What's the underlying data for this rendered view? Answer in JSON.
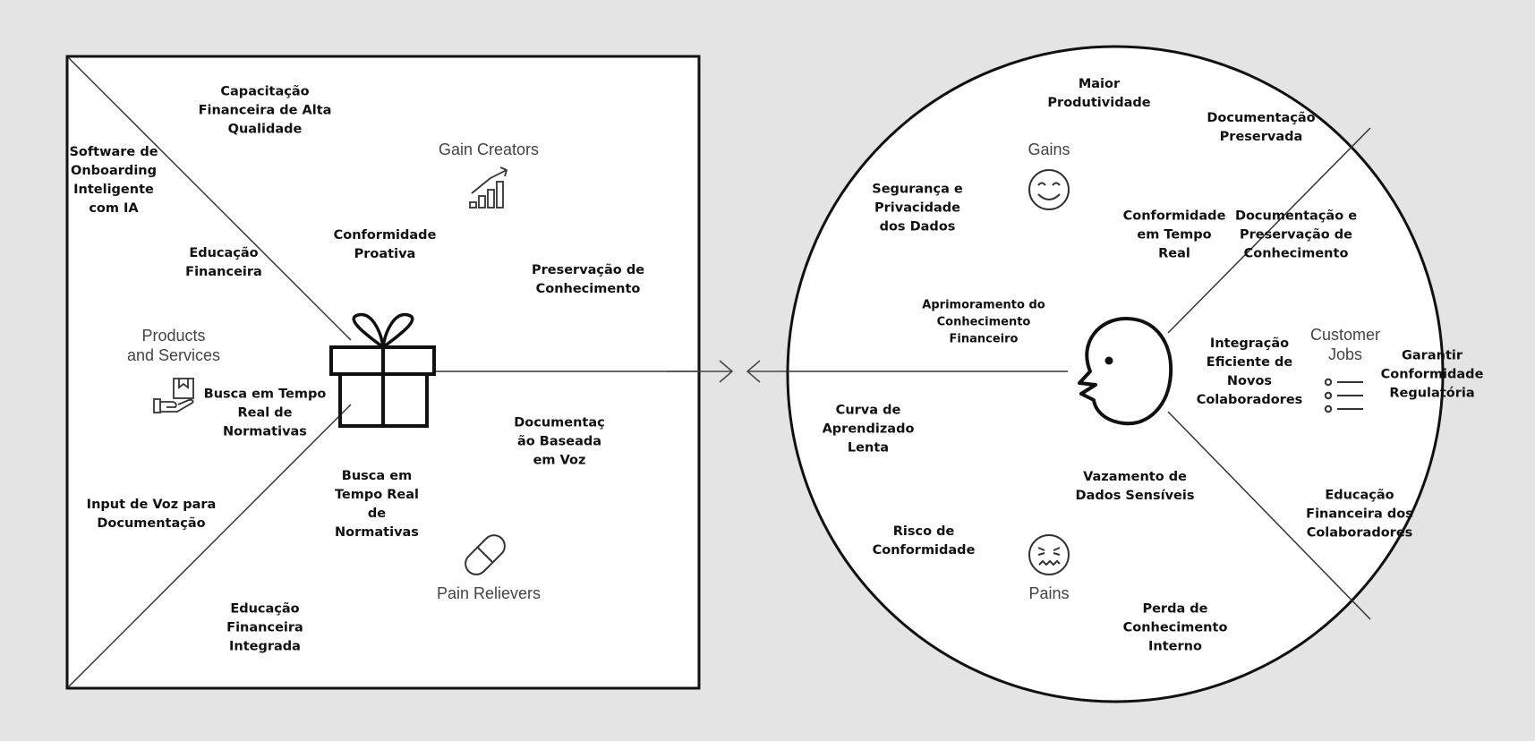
{
  "value_map": {
    "section_titles": {
      "gain_creators": "Gain Creators",
      "products_services": "Products\nand Services",
      "pain_relievers": "Pain Relievers"
    },
    "products_services": [
      "Software de\nOnboarding\nInteligente\ncom IA",
      "Educação\nFinanceira",
      "Busca em Tempo\nReal de\nNormativas",
      "Input de Voz para\nDocumentação",
      "Educação\nFinanceira\nIntegrada"
    ],
    "gain_creators": [
      "Capacitação\nFinanceira de Alta\nQualidade",
      "Conformidade\nProativa",
      "Preservação de\nConhecimento"
    ],
    "pain_relievers": [
      "Documentaç\não Baseada\nem Voz",
      "Busca em\nTempo Real\nde\nNormativas"
    ]
  },
  "customer_profile": {
    "section_titles": {
      "gains": "Gains",
      "customer_jobs": "Customer\nJobs",
      "pains": "Pains"
    },
    "gains": [
      "Maior\nProdutividade",
      "Documentação\nPreservada",
      "Segurança e\nPrivacidade\ndos Dados",
      "Conformidade\nem Tempo\nReal",
      "Aprimoramento do\nConhecimento\nFinanceiro"
    ],
    "customer_jobs": [
      "Documentação e\nPreservação de\nConhecimento",
      "Integração\nEficiente de\nNovos\nColaboradores",
      "Garantir\nConformidade\nRegulatória",
      "Educação\nFinanceira dos\nColaboradores"
    ],
    "pains": [
      "Curva de\nAprendizado\nLenta",
      "Vazamento de\nDados Sensíveis",
      "Risco de\nConformidade",
      "Perda de\nConhecimento\nInterno"
    ]
  },
  "icons": {
    "gain_creators": "chart-up-icon",
    "products_services": "hand-box-icon",
    "pain_relievers": "pill-icon",
    "gains": "smile-icon",
    "customer_jobs": "list-icon",
    "pains": "frown-icon",
    "product": "gift-icon",
    "customer": "face-icon"
  }
}
